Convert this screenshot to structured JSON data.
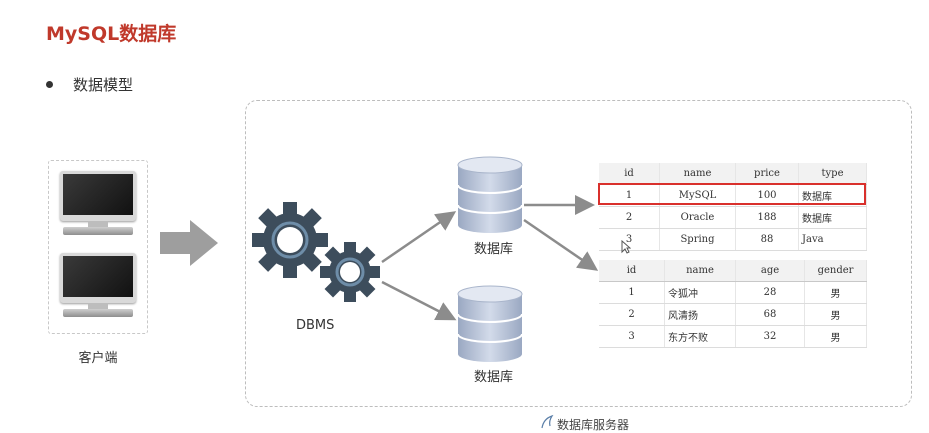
{
  "title": "MySQL数据库",
  "bullet": "数据模型",
  "client_label": "客户端",
  "dbms_label": "DBMS",
  "database_label": "数据库",
  "caption": "数据库服务器",
  "tables": [
    {
      "headers": [
        "id",
        "name",
        "price",
        "type"
      ],
      "rows": [
        [
          "1",
          "MySQL",
          "100",
          "数据库"
        ],
        [
          "2",
          "Oracle",
          "188",
          "数据库"
        ],
        [
          "3",
          "Spring",
          "88",
          "Java"
        ]
      ],
      "highlighted_row": 0
    },
    {
      "headers": [
        "id",
        "name",
        "age",
        "gender"
      ],
      "rows": [
        [
          "1",
          "令狐冲",
          "28",
          "男"
        ],
        [
          "2",
          "风清扬",
          "68",
          "男"
        ],
        [
          "3",
          "东方不败",
          "32",
          "男"
        ]
      ]
    }
  ],
  "colors": {
    "title": "#c0392b",
    "highlight": "#d9302c",
    "gear": "#3d4d5c",
    "cylinder": "#b6c1d6",
    "arrow": "#8c8c8c"
  }
}
